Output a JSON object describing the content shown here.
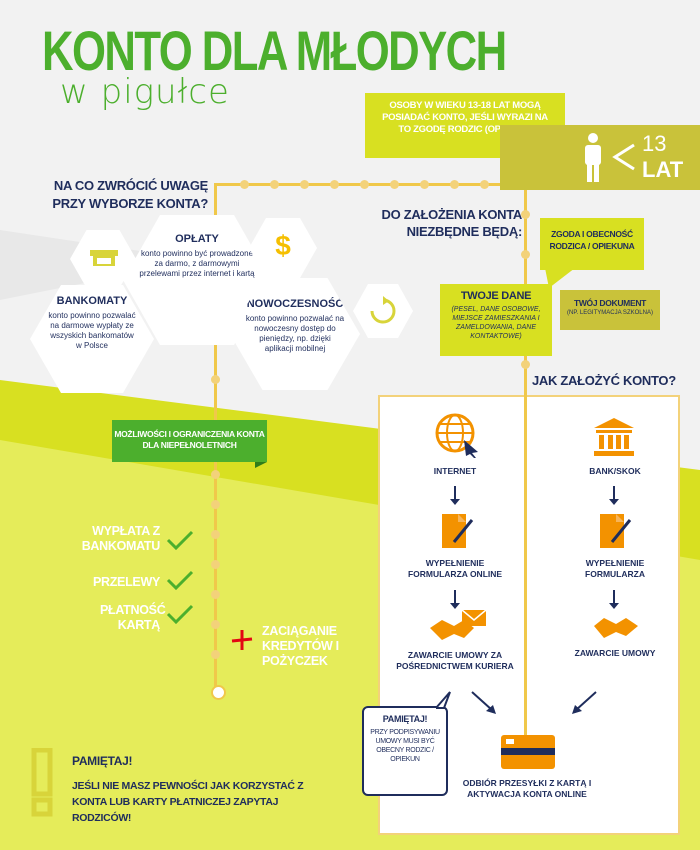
{
  "header": {
    "title": "KONTO DLA MŁODYCH",
    "subtitle": "w pigułce"
  },
  "age_banner": {
    "text": "OSOBY W WIEKU 13-18 LAT MOGĄ POSIADAĆ KONTO, JEŚLI WYRAZI NA TO ZGODĘ RODZIC (OPIEKUN)",
    "age_value": "13",
    "age_unit": "LAT"
  },
  "choose_section": {
    "heading": "NA CO ZWRÓCIĆ UWAGĘ PRZY WYBORZE KONTA?",
    "fees_title": "OPŁATY",
    "fees_text": "konto powinno być prowadzone za darmo, z darmowymi przelewami przez internet i kartą",
    "atm_title": "BANKOMATY",
    "atm_text": "konto powinno pozwalać na darmowe wypłaty ze wszyskich bankomatów w Polsce",
    "modern_title": "NOWOCZESNOŚĆ",
    "modern_text": "konto powinno pozwalać na nowoczesny dostęp do pieniędzy, np. dzięki aplikacji mobilnej",
    "currency_symbol": "$"
  },
  "needed_section": {
    "heading": "DO ZAŁOŻENIA KONTA NIEZBĘDNE BĘDĄ:",
    "consent": "ZGODA I OBECNOŚĆ RODZICA / OPIEKUNA",
    "your_data_title": "TWOJE DANE",
    "your_data_text": "(PESEL, DANE OSOBOWE, MIEJSCE ZAMIESZKANIA I ZAMELDOWANIA, DANE KONTAKTOWE)",
    "your_document_title": "TWÓJ DOKUMENT",
    "your_document_text": "(NP. LEGITYMACJA SZKOLNA)"
  },
  "limits_section": {
    "banner": "MOŻLIWOŚCI I OGRANICZENIA KONTA DLA NIEPEŁNOLETNICH",
    "allowed": [
      "WYPŁATA Z BANKOMATU",
      "PRZELEWY",
      "PŁATNOŚĆ KARTĄ"
    ],
    "not_allowed": "ZACIĄGANIE KREDYTÓW I POŻYCZEK"
  },
  "how_section": {
    "heading": "JAK ZAŁOŻYĆ KONTO?",
    "internet": "INTERNET",
    "bank": "BANK/SKOK",
    "form_online": "WYPEŁNIENIE FORMULARZA ONLINE",
    "form": "WYPEŁNIENIE FORMULARZA",
    "contract_courier": "ZAWARCIE UMOWY ZA POŚREDNICTWEM KURIERA",
    "contract": "ZAWARCIE UMOWY",
    "receive": "ODBIÓR PRZESYŁKI Z KARTĄ I AKTYWACJA KONTA ONLINE",
    "remember_title": "PAMIĘTAJ!",
    "remember_text": "PRZY PODPISYWANIU UMOWY MUSI BYĆ OBECNY RODZIC / OPIEKUN"
  },
  "footer": {
    "remember_title": "PAMIĘTAJ!",
    "remember_text": "JEŚLI NIE MASZ PEWNOŚCI JAK KORZYSTAĆ Z KONTA LUB KARTY PŁATNICZEJ ZAPYTAJ RODZICÓW!"
  },
  "colors": {
    "green": "#4caf2d",
    "lime": "#d8e021",
    "olive": "#c9c23a",
    "navy": "#1f2d5c",
    "orange": "#f39200",
    "red": "#e30613"
  }
}
